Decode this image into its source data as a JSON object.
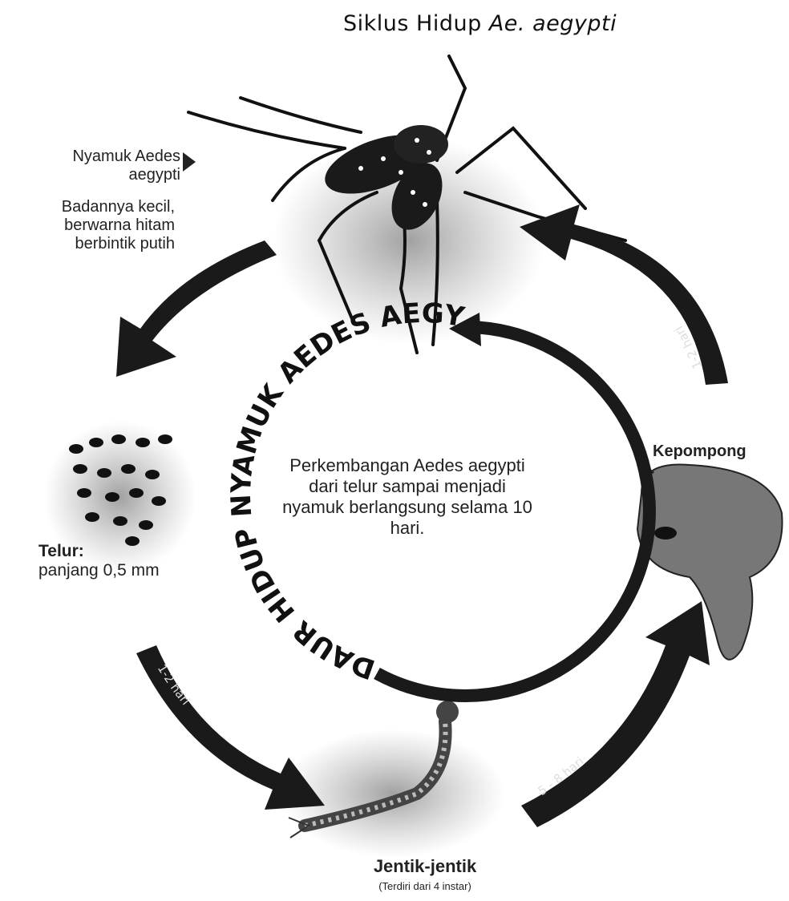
{
  "title": {
    "main": "Siklus Hidup",
    "species": "Ae. aegypti"
  },
  "mosquito": {
    "name": "Nyamuk Aedes aegypti",
    "description": "Badannya kecil, berwarna hitam berbintik putih"
  },
  "egg": {
    "label": "Telur:",
    "size": "panjang 0,5 mm"
  },
  "pupa": {
    "label": "Kepompong"
  },
  "larva": {
    "label": "Jentik-jentik",
    "note": "(Terdiri dari 4 instar)"
  },
  "cycle_label": "DAUR HIDUP NYAMUK AEDES AEGYPTI",
  "center_text": "Perkembangan Aedes aegypti dari telur sampai menjadi nyamuk berlangsung selama 10 hari.",
  "arrow_labels": {
    "egg_to_larva": "1-2 hari",
    "larva_to_pupa": "5 - 8 hari",
    "pupa_to_adult": "1-2 hari"
  },
  "colors": {
    "arrow": "#1a1a1a",
    "text": "#222222"
  }
}
